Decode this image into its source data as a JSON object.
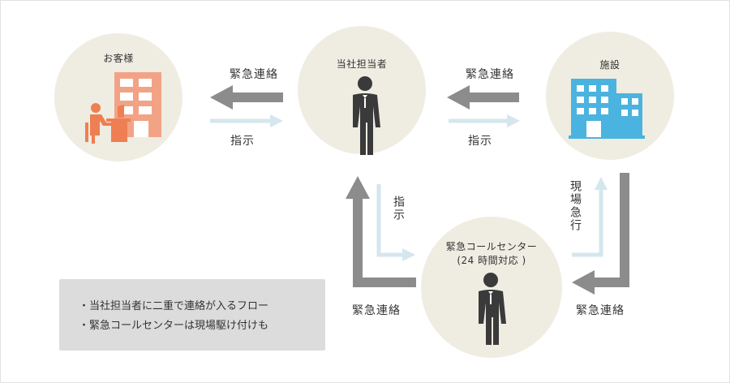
{
  "nodes": {
    "customer": {
      "label": "お客様"
    },
    "manager": {
      "label": "当社担当者"
    },
    "facility": {
      "label": "施設"
    },
    "callcenter": {
      "label_line1": "緊急コールセンター",
      "label_line2": "(24 時間対応 )"
    }
  },
  "arrows": {
    "manager_to_customer": "緊急連絡",
    "customer_to_manager": "指示",
    "facility_to_manager": "緊急連絡",
    "manager_to_facility": "指示",
    "manager_to_callcenter": "指示",
    "callcenter_to_manager": "緊急連絡",
    "callcenter_to_facility": "現場急行",
    "facility_to_callcenter": "緊急連絡"
  },
  "notes": [
    "当社担当者に二重で連絡が入るフロー",
    "緊急コールセンターは現場駆け付けも"
  ],
  "colors": {
    "circle": "#efece2",
    "arrow_dark": "#8c8c8c",
    "arrow_light": "#d6e6ee",
    "customer_building": "#f2a385",
    "customer_person": "#ee7f52",
    "facility_building": "#4bb3df",
    "person": "#3a3a3a",
    "note_bg": "#dcdcdc"
  },
  "icons": [
    "office-building-icon",
    "desk-worker-icon",
    "businessman-icon",
    "facility-building-icon"
  ]
}
